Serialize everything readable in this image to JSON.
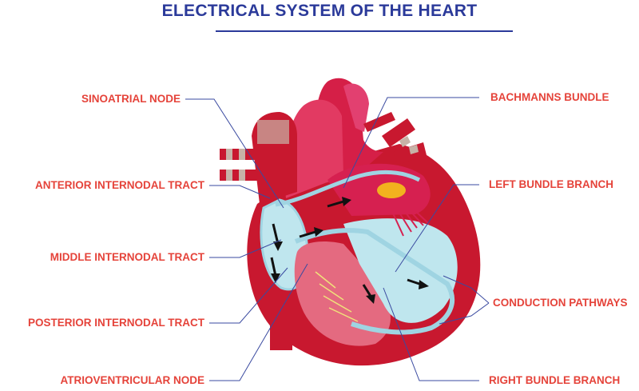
{
  "title": "ELECTRICAL SYSTEM OF THE HEART",
  "labels": {
    "sinoatrial_node": "SINOATRIAL NODE",
    "anterior_internodal_tract": "ANTERIOR INTERNODAL TRACT",
    "middle_internodal_tract": "MIDDLE INTERNODAL TRACT",
    "posterior_internodal_tract": "POSTERIOR INTERNODAL TRACT",
    "atrioventricular_node": "ATRIOVENTRICULAR NODE",
    "bachmanns_bundle": "BACHMANNS BUNDLE",
    "left_bundle_branch": "LEFT BUNDLE BRANCH",
    "conduction_pathways": "CONDUCTION PATHWAYS",
    "right_bundle_branch": "RIGHT BUNDLE BRANCH"
  },
  "colors": {
    "title": "#2b3a9a",
    "label": "#e5433a",
    "leader_line": "#3a4aa0",
    "heart_wall": "#c8182f",
    "heart_wall_light": "#df2a55",
    "chamber": "#bfe6ee",
    "conduction": "#9fd4e2",
    "vessel_band": "#c7b3a7",
    "fat": "#f2b21e",
    "arrow": "#111111"
  }
}
